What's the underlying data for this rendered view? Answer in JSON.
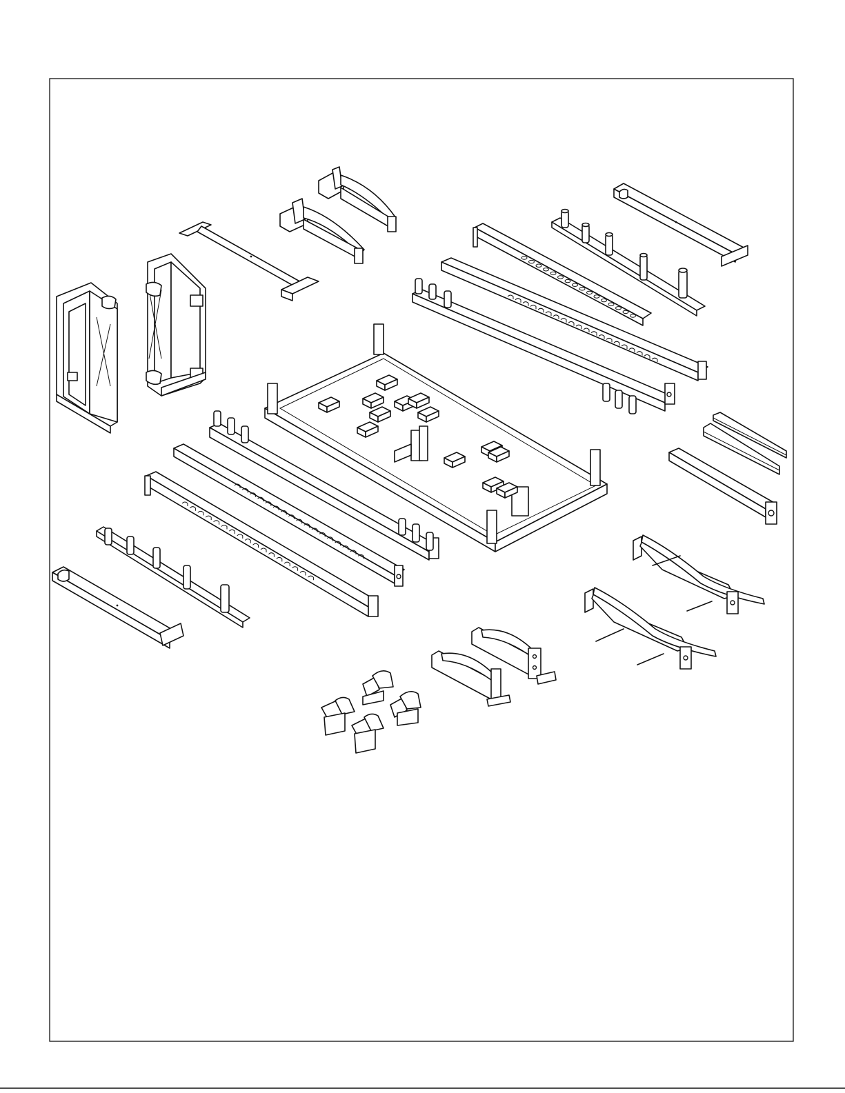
{
  "document": {
    "type": "exploded-parts-diagram",
    "frame": true,
    "footer_rule": true,
    "line_color": "#111111",
    "background_color": "#ffffff"
  },
  "parts": [
    {
      "id": "end-frame-left",
      "icon": "upright-frame"
    },
    {
      "id": "end-frame-right",
      "icon": "upright-frame"
    },
    {
      "id": "top-crossbar",
      "icon": "crossbar"
    },
    {
      "id": "jammer-arm-a",
      "icon": "bracket-arm"
    },
    {
      "id": "jammer-arm-b",
      "icon": "bracket-arm"
    },
    {
      "id": "rear-hook-rail",
      "icon": "slotted-rail"
    },
    {
      "id": "rear-peg-rail",
      "icon": "peg-rail"
    },
    {
      "id": "rear-top-beam",
      "icon": "crossbar"
    },
    {
      "id": "rear-base-rail",
      "icon": "tube-rail"
    },
    {
      "id": "storage-pallet",
      "icon": "pallet"
    },
    {
      "id": "front-peg-rail-short",
      "icon": "peg-rail"
    },
    {
      "id": "front-hook-rail-a",
      "icon": "slotted-rail"
    },
    {
      "id": "front-hook-rail-b",
      "icon": "slotted-rail"
    },
    {
      "id": "front-peg-rail-long",
      "icon": "peg-rail"
    },
    {
      "id": "front-base-crossbar",
      "icon": "crossbar"
    },
    {
      "id": "side-channels",
      "icon": "channel"
    },
    {
      "id": "side-rail",
      "icon": "tube-rail"
    },
    {
      "id": "dip-bar-a",
      "icon": "dip-bar"
    },
    {
      "id": "dip-bar-b",
      "icon": "dip-bar"
    },
    {
      "id": "spotter-arm-a",
      "icon": "bracket-arm"
    },
    {
      "id": "spotter-arm-b",
      "icon": "bracket-arm"
    },
    {
      "id": "j-cup-set",
      "icon": "j-cup"
    }
  ]
}
